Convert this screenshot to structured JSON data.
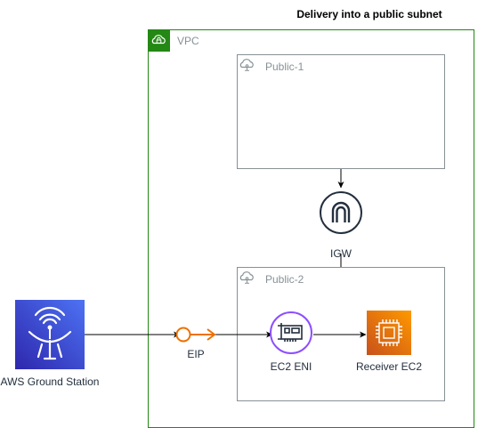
{
  "diagram": {
    "title": "Delivery into a public subnet",
    "vpc": {
      "label": "VPC"
    },
    "subnets": [
      {
        "label": "Public-1"
      },
      {
        "label": "Public-2"
      }
    ],
    "nodes": {
      "ground_station": {
        "label": "AWS Ground Station",
        "icon": "satellite-dish-icon"
      },
      "eip": {
        "label": "EIP",
        "icon": "elastic-ip-icon"
      },
      "igw": {
        "label": "IGW",
        "icon": "internet-gateway-icon"
      },
      "eni": {
        "label": "EC2 ENI",
        "icon": "network-interface-icon"
      },
      "ec2": {
        "label": "Receiver EC2",
        "icon": "ec2-instance-icon"
      }
    },
    "colors": {
      "vpc_green": "#248814",
      "subnet_gray": "#879196",
      "ground_station_blue": "#3334b9",
      "eni_purple": "#8c4fff",
      "ec2_orange": "#ed7100",
      "eip_orange": "#ed7100"
    }
  }
}
